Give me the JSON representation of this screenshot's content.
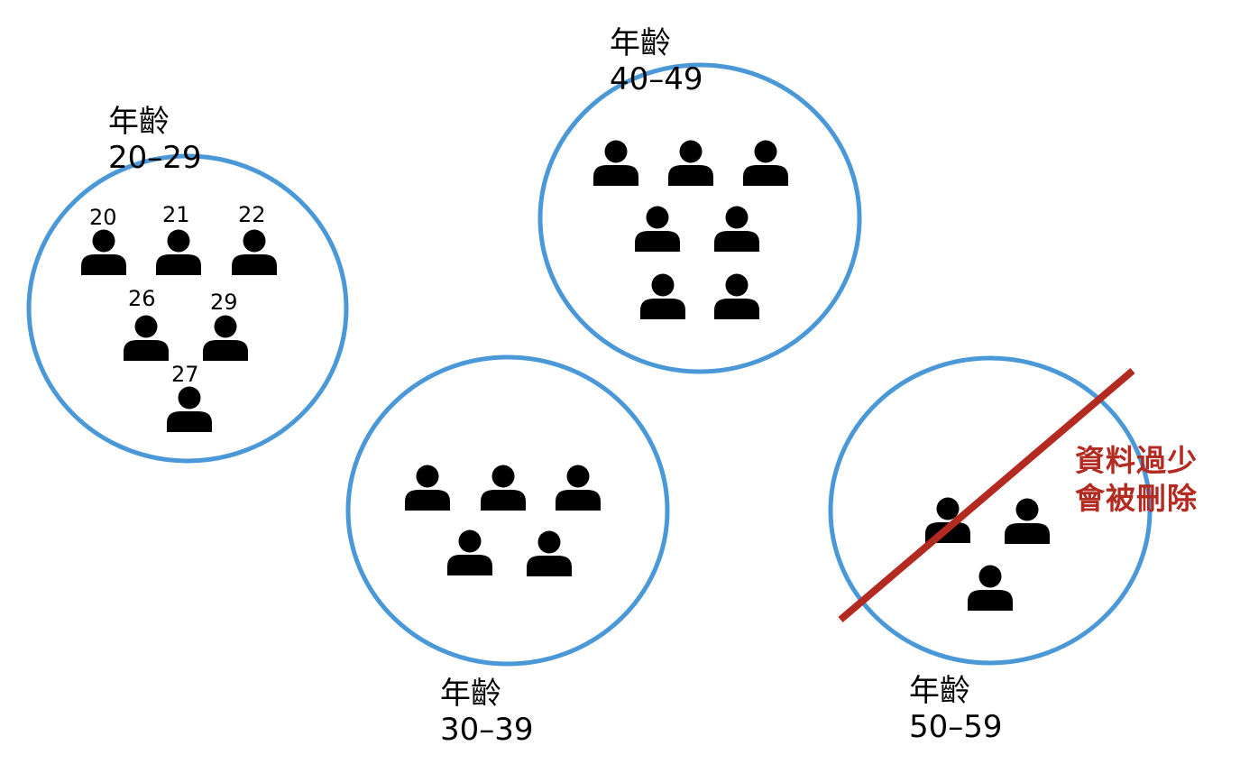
{
  "groups": [
    {
      "id": "20-29",
      "title": "年齡",
      "range": "20–29",
      "ages": [
        "20",
        "21",
        "22",
        "26",
        "29",
        "27"
      ]
    },
    {
      "id": "30-39",
      "title": "年齡",
      "range": "30–39"
    },
    {
      "id": "40-49",
      "title": "年齡",
      "range": "40–49"
    },
    {
      "id": "50-59",
      "title": "年齡",
      "range": "50–59"
    }
  ],
  "warning": {
    "line1": "資料過少",
    "line2": "會被刪除"
  },
  "colors": {
    "circle": "#4a98d8",
    "strike": "#b22a20",
    "person": "#000000"
  },
  "icons": {
    "person": "person-icon"
  }
}
